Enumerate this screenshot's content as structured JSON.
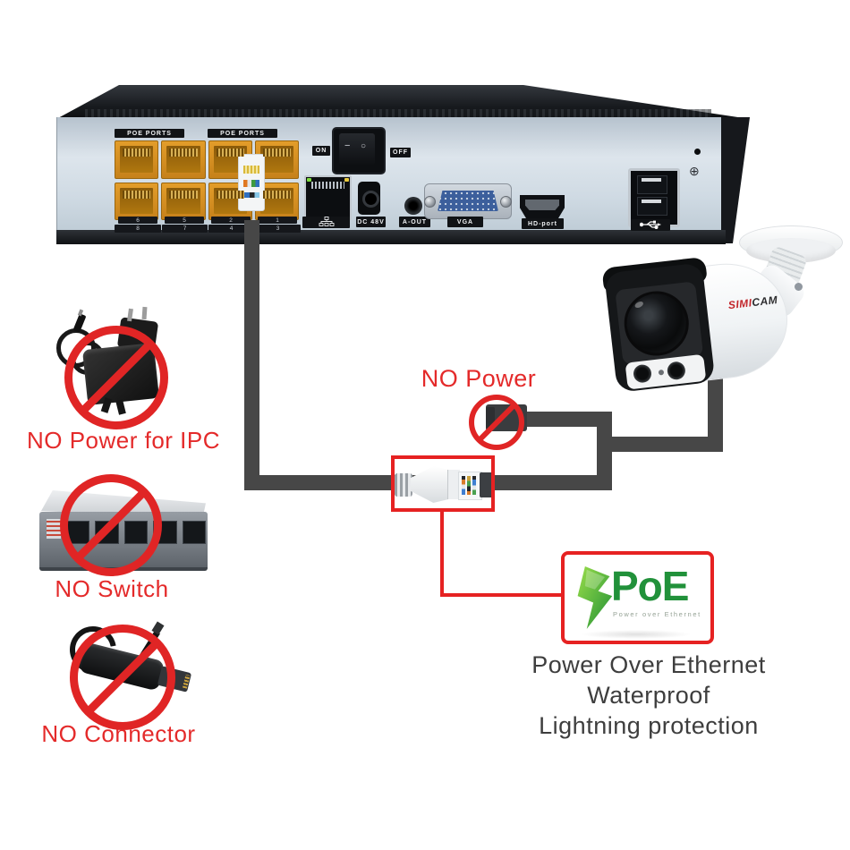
{
  "nvr": {
    "poe_ports_labels": [
      "POE PORTS",
      "POE PORTS"
    ],
    "port_numbers_top": [
      "6",
      "5",
      "2",
      "1"
    ],
    "port_numbers_bottom": [
      "8",
      "7",
      "4",
      "3"
    ],
    "power_on_label": "ON",
    "power_off_label": "OFF",
    "rocker_dash": "−",
    "rocker_circle": "○",
    "dc_power_label": "DC 48V",
    "audio_out_label": "A-OUT",
    "vga_label": "VGA",
    "hdmi_label": "HD-port"
  },
  "camera": {
    "brand_prefix": "SIMI",
    "brand_suffix": "CAM"
  },
  "warnings": {
    "no_power": "NO Power",
    "no_power_for_ipc": "NO Power for IPC",
    "no_switch": "NO Switch",
    "no_connector": "NO Connector"
  },
  "poe_badge": {
    "title": "PoE",
    "subtitle": "Power over Ethernet"
  },
  "features": [
    "Power Over Ethernet",
    "Waterproof",
    "Lightning protection"
  ],
  "icons": {
    "ground": "⊕"
  },
  "colors": {
    "warning_red": "#e42a2a",
    "cable_gray": "#474747",
    "poe_green": "#21913a",
    "port_orange": "#d8921f"
  }
}
